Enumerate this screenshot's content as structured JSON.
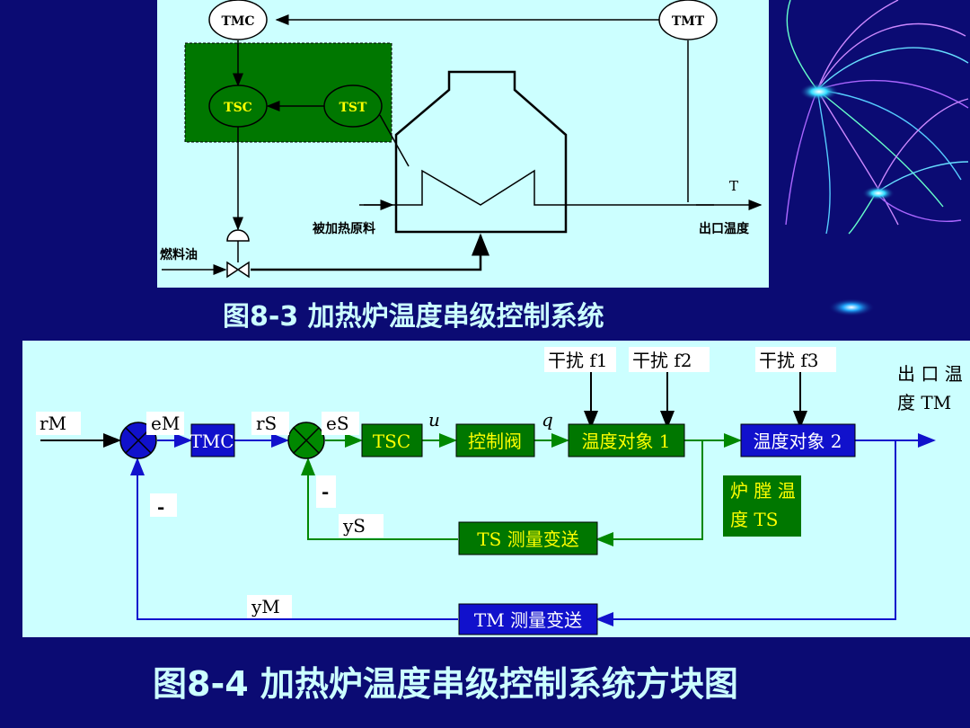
{
  "top_diagram": {
    "tmc_label": "TMC",
    "tmt_label": "TMT",
    "tsc_label": "TSC",
    "tst_label": "TST",
    "fuel_label": "燃料油",
    "feed_label": "被加热原料",
    "outlet_label": "出口温度",
    "t_label": "T"
  },
  "caption_1": "图8-3  加热炉温度串级控制系统",
  "block_diagram": {
    "rm": "rM",
    "em": "eM",
    "rs": "rS",
    "es": "eS",
    "u": "u",
    "q": "q",
    "ys": "yS",
    "ym": "yM",
    "minus_1": "-",
    "minus_2": "-",
    "tmc": "TMC",
    "tsc": "TSC",
    "valve": "控制阀",
    "object1": "温度对象 1",
    "object2": "温度对象 2",
    "ts_measure": "TS 测量变送",
    "tm_measure": "TM 测量变送",
    "d1": "干扰 f1",
    "d2": "干扰 f2",
    "d3": "干扰 f3",
    "outlet_temp_line1": "出 口 温",
    "outlet_temp_line2": "度 TM",
    "furnace_temp_line1": "炉 膛 温",
    "furnace_temp_line2": "度 TS"
  },
  "caption_2": "图8-4  加热炉温度串级控制系统方块图",
  "colors": {
    "background": "#0b0b73",
    "panel": "#ccffff",
    "green_block": "#007700",
    "blue_block": "#1111cc",
    "yellow_text": "#ffff00",
    "green_line": "#008800",
    "blue_line": "#1111cc"
  }
}
